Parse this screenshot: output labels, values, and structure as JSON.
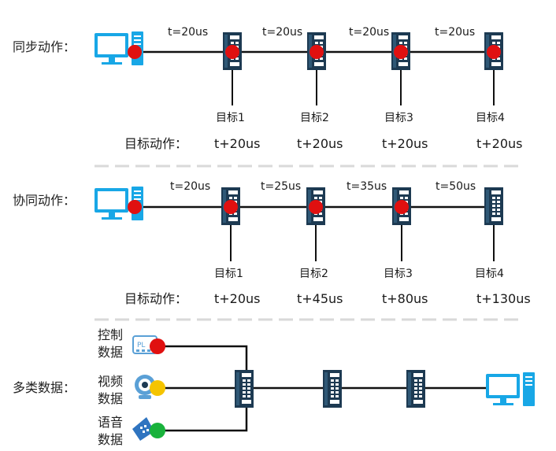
{
  "sync": {
    "label": "同步动作：",
    "segments": [
      "t=20us",
      "t=20us",
      "t=20us",
      "t=20us"
    ],
    "targets": [
      "目标1",
      "目标2",
      "目标3",
      "目标4"
    ],
    "action_label": "目标动作：",
    "times": [
      "t+20us",
      "t+20us",
      "t+20us",
      "t+20us"
    ]
  },
  "coop": {
    "label": "协同动作：",
    "segments": [
      "t=20us",
      "t=25us",
      "t=35us",
      "t=50us"
    ],
    "targets": [
      "目标1",
      "目标2",
      "目标3",
      "目标4"
    ],
    "action_label": "目标动作：",
    "times": [
      "t+20us",
      "t+45us",
      "t+80us",
      "t+130us"
    ]
  },
  "multi": {
    "label": "多类数据：",
    "sources": [
      {
        "label": "控制\n数据",
        "icon": "plc-icon",
        "dot_color": "#e01010"
      },
      {
        "label": "视频\n数据",
        "icon": "camera-icon",
        "dot_color": "#f5c400"
      },
      {
        "label": "语音\n数据",
        "icon": "phone-icon",
        "dot_color": "#19b23b"
      }
    ]
  },
  "colors": {
    "computer": "#18a7e6",
    "switch_body": "#1d3a52",
    "signal_dot": "#e01010",
    "line": "#111111",
    "divider": "#d9d9d9"
  }
}
